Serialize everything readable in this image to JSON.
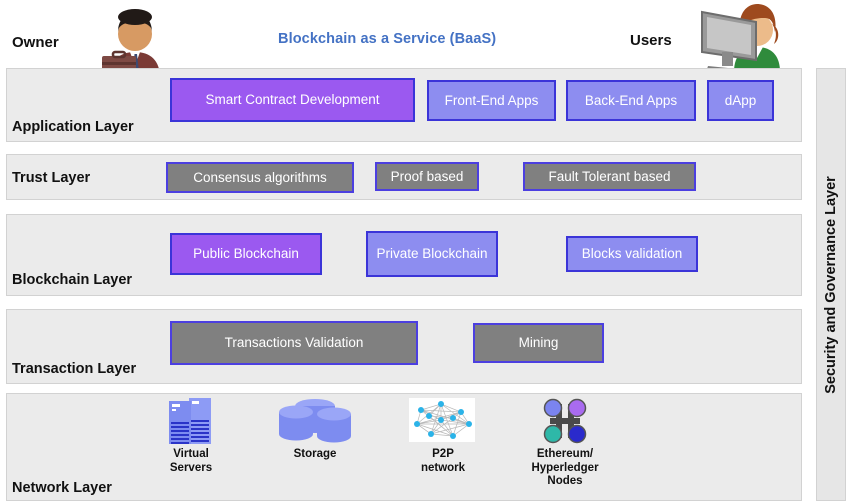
{
  "header": {
    "owner_label": "Owner",
    "users_label": "Users",
    "title": "Blockchain as a Service (BaaS)",
    "title_color": "#4472C4",
    "owner_icon": "businessman-with-briefcase-icon",
    "users_icon": "person-at-computer-icon"
  },
  "governance": {
    "label": "Security and Governance  Layer"
  },
  "layers": [
    {
      "id": "application",
      "title": "Application Layer",
      "boxes": [
        {
          "label": "Smart Contract  Development",
          "style": "purple-dark",
          "fill": "#9B59F0",
          "border": "#3B34D8"
        },
        {
          "label": "Front-End Apps",
          "style": "purple-lite",
          "fill": "#8D8DF0",
          "border": "#3B34D8"
        },
        {
          "label": "Back-End Apps",
          "style": "purple-lite",
          "fill": "#8D8DF0",
          "border": "#3B34D8"
        },
        {
          "label": "dApp",
          "style": "purple-lite",
          "fill": "#8D8DF0",
          "border": "#3B34D8"
        }
      ]
    },
    {
      "id": "trust",
      "title": "Trust  Layer",
      "boxes": [
        {
          "label": "Consensus  algorithms",
          "style": "gray",
          "fill": "#808080",
          "border": "#4C3FE0"
        },
        {
          "label": "Proof based",
          "style": "gray",
          "fill": "#808080",
          "border": "#4C3FE0"
        },
        {
          "label": "Fault Tolerant based",
          "style": "gray",
          "fill": "#808080",
          "border": "#4C3FE0"
        }
      ]
    },
    {
      "id": "blockchain",
      "title": "Blockchain Layer",
      "boxes": [
        {
          "label": "Public Blockchain",
          "style": "purple-dark",
          "fill": "#9B59F0",
          "border": "#3B34D8"
        },
        {
          "label": "Private Blockchain",
          "style": "purple-lite",
          "fill": "#8D8DF0",
          "border": "#3B34D8"
        },
        {
          "label": "Blocks validation",
          "style": "purple-lite",
          "fill": "#8D8DF0",
          "border": "#3B34D8"
        }
      ]
    },
    {
      "id": "transaction",
      "title": "Transaction Layer",
      "boxes": [
        {
          "label": "Transactions Validation",
          "style": "gray",
          "fill": "#808080",
          "border": "#4C3FE0"
        },
        {
          "label": "Mining",
          "style": "gray",
          "fill": "#808080",
          "border": "#4C3FE0"
        }
      ]
    },
    {
      "id": "network",
      "title": "Network Layer",
      "items": [
        {
          "caption_line1": "Virtual",
          "caption_line2": "Servers",
          "icon": "virtual-servers-icon"
        },
        {
          "caption_line1": "Storage",
          "caption_line2": "",
          "icon": "storage-cylinders-icon"
        },
        {
          "caption_line1": "P2P",
          "caption_line2": "network",
          "icon": "p2p-network-icon"
        },
        {
          "caption_line1": "Ethereum/",
          "caption_line2": "Hyperledger",
          "caption_line3": "Nodes",
          "icon": "ethereum-hyperledger-nodes-icon"
        }
      ]
    }
  ],
  "palette": {
    "panel_bg": "#EBEBEB",
    "panel_border": "#D2D2D2",
    "sidebar_bg": "#E6E6E6",
    "node_colors": [
      "#7B84F0",
      "#A96BF0",
      "#2EB8A8",
      "#2A2ACC"
    ]
  }
}
